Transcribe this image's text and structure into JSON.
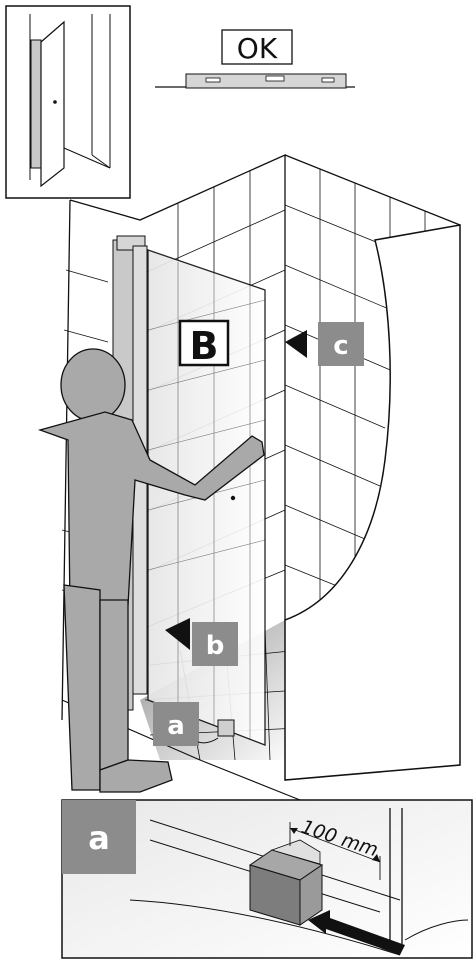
{
  "ok_label": "OK",
  "panel_label": "B",
  "step_labels": {
    "a": "a",
    "b": "b",
    "c": "c"
  },
  "detail": {
    "label": "a",
    "measurement": "100 mm"
  },
  "colors": {
    "line": "#111111",
    "glass": "#f1f1f1",
    "profile": "#c9c9c9",
    "person": "#a9a9a9",
    "label_box": "#8c8c8c",
    "label_text": "#ffffff"
  }
}
